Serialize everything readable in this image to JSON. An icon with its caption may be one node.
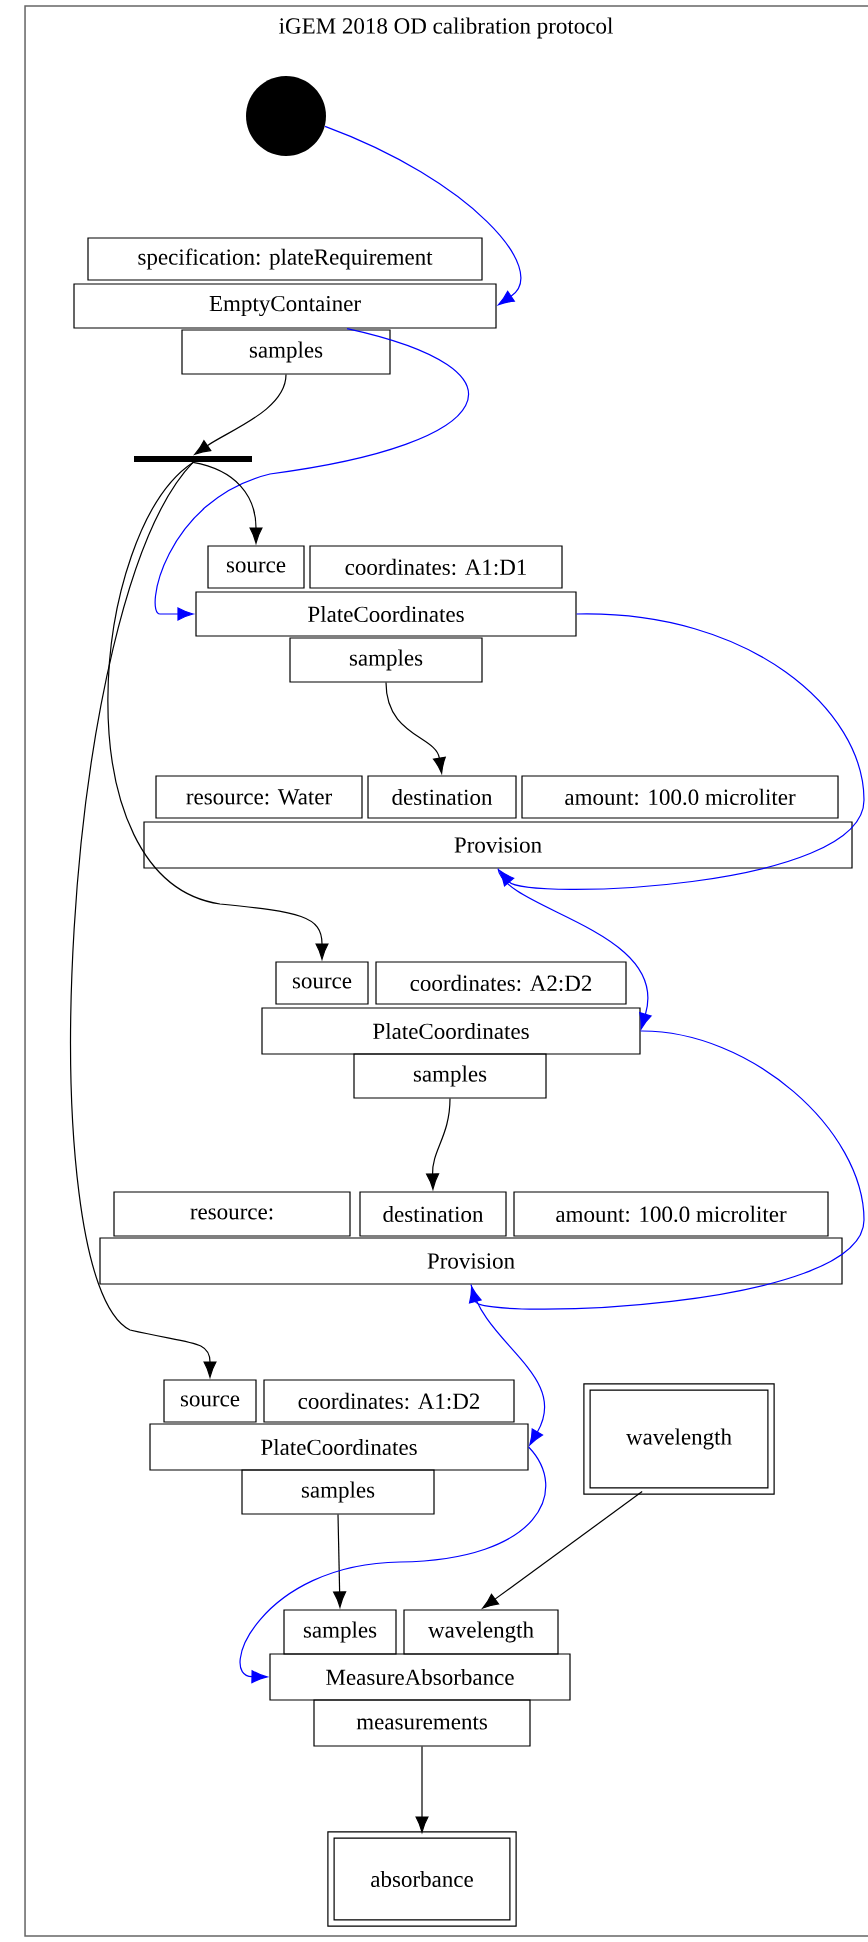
{
  "diagram": {
    "title": "iGEM 2018 OD calibration protocol",
    "nodes": [
      {
        "text": [],
        "shape": "circle"
      },
      {
        "text": [
          "specification: plateRequirement"
        ]
      },
      {
        "text": [
          "EmptyContainer"
        ]
      },
      {
        "text": [
          "samples"
        ]
      },
      {
        "text": [],
        "shape": "bar"
      },
      {
        "text": [
          "source"
        ]
      },
      {
        "text": [
          "coordinates: A1:D1"
        ]
      },
      {
        "text": [
          "PlateCoordinates"
        ]
      },
      {
        "text": [
          "samples"
        ]
      },
      {
        "text": [
          "resource: Water"
        ]
      },
      {
        "text": [
          "destination"
        ]
      },
      {
        "text": [
          "amount: 100.0 microliter"
        ]
      },
      {
        "text": [
          "Provision"
        ]
      },
      {
        "text": [
          "source"
        ]
      },
      {
        "text": [
          "coordinates: A2:D2"
        ]
      },
      {
        "text": [
          "PlateCoordinates"
        ]
      },
      {
        "text": [
          "samples"
        ]
      },
      {
        "text": [
          "resource:"
        ]
      },
      {
        "text": [
          "destination"
        ]
      },
      {
        "text": [
          "amount: 100.0 microliter"
        ]
      },
      {
        "text": [
          "Provision"
        ]
      },
      {
        "text": [
          "source"
        ]
      },
      {
        "text": [
          "coordinates: A1:D2"
        ]
      },
      {
        "text": [
          "PlateCoordinates"
        ]
      },
      {
        "text": [
          "samples"
        ]
      },
      {
        "text": [
          "wavelength"
        ]
      },
      {
        "text": [
          "samples"
        ]
      },
      {
        "text": [
          "wavelength"
        ]
      },
      {
        "text": [
          "MeasureAbsorbance"
        ]
      },
      {
        "text": [
          "measurements"
        ]
      },
      {
        "text": [
          "absorbance"
        ]
      }
    ],
    "edges": [
      {
        "from": 0,
        "to": 2,
        "arrow": "to",
        "color": "#0000ff"
      },
      {
        "from": 2,
        "to": 7,
        "arrow": "to",
        "color": "#0000ff"
      },
      {
        "from": 3,
        "to": 4,
        "arrow": "to"
      },
      {
        "from": 4,
        "to": 5,
        "arrow": "to"
      },
      {
        "from": 4,
        "to": 13,
        "arrow": "to"
      },
      {
        "from": 4,
        "to": 21,
        "arrow": "to"
      },
      {
        "from": 8,
        "to": 10,
        "arrow": "to"
      },
      {
        "from": 16,
        "to": 18,
        "arrow": "to"
      },
      {
        "from": 24,
        "to": 26,
        "arrow": "to"
      },
      {
        "from": 25,
        "to": 27,
        "arrow": "to"
      },
      {
        "from": 29,
        "to": 30,
        "arrow": "to"
      },
      {
        "from": 7,
        "to": 12,
        "arrow": "to",
        "color": "#0000ff"
      },
      {
        "from": 12,
        "to": 15,
        "arrow": "to",
        "color": "#0000ff"
      },
      {
        "from": 15,
        "to": 20,
        "arrow": "to",
        "color": "#0000ff"
      },
      {
        "from": 20,
        "to": 23,
        "arrow": "to",
        "color": "#0000ff"
      },
      {
        "from": 23,
        "to": 28,
        "arrow": "to",
        "color": "#0000ff"
      }
    ]
  }
}
